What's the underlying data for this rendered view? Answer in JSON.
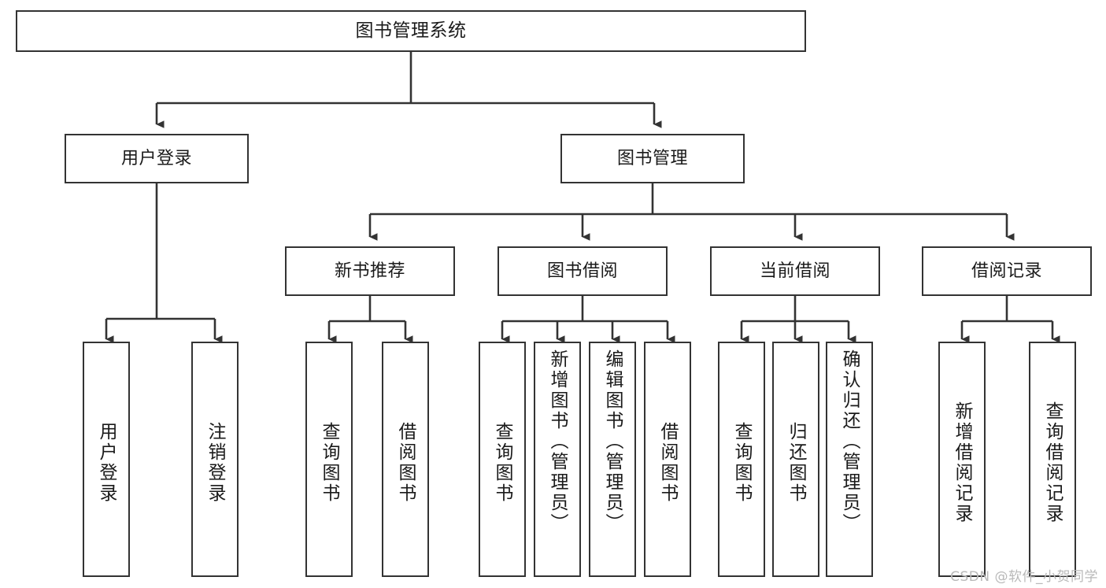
{
  "diagram": {
    "title": "图书管理系统",
    "type": "tree-hierarchy",
    "watermark": "CSDN @软件_小贺同学",
    "colors": {
      "box_border": "#333333",
      "box_fill": "#ffffff",
      "connector": "#333333",
      "text": "#1a1a1a",
      "watermark": "#b9b9b9",
      "background": "#ffffff"
    },
    "root": {
      "label": "图书管理系统"
    },
    "level2": [
      {
        "id": "user-login",
        "label": "用户登录"
      },
      {
        "id": "book-management",
        "label": "图书管理"
      }
    ],
    "level3": [
      {
        "id": "new-book-recommend",
        "label": "新书推荐"
      },
      {
        "id": "book-borrow",
        "label": "图书借阅"
      },
      {
        "id": "current-borrow",
        "label": "当前借阅"
      },
      {
        "id": "borrow-record",
        "label": "借阅记录"
      }
    ],
    "leaves": {
      "user_login": [
        {
          "id": "leaf-user-login",
          "label": "用户登录"
        },
        {
          "id": "leaf-logout-login",
          "label": "注销登录"
        }
      ],
      "new_book_recommend": [
        {
          "id": "leaf-query-book-1",
          "label": "查询图书"
        },
        {
          "id": "leaf-borrow-book-1",
          "label": "借阅图书"
        }
      ],
      "book_borrow": [
        {
          "id": "leaf-query-book-2",
          "label": "查询图书"
        },
        {
          "id": "leaf-add-book",
          "label": "新增图书（管理员）"
        },
        {
          "id": "leaf-edit-book",
          "label": "编辑图书（管理员）"
        },
        {
          "id": "leaf-borrow-book-2",
          "label": "借阅图书"
        }
      ],
      "current_borrow": [
        {
          "id": "leaf-query-book-3",
          "label": "查询图书"
        },
        {
          "id": "leaf-return-book",
          "label": "归还图书"
        },
        {
          "id": "leaf-confirm-return",
          "label": "确认归还（管理员）"
        }
      ],
      "borrow_record": [
        {
          "id": "leaf-add-record",
          "label": "新增借阅记录"
        },
        {
          "id": "leaf-query-record",
          "label": "查询借阅记录"
        }
      ]
    }
  }
}
